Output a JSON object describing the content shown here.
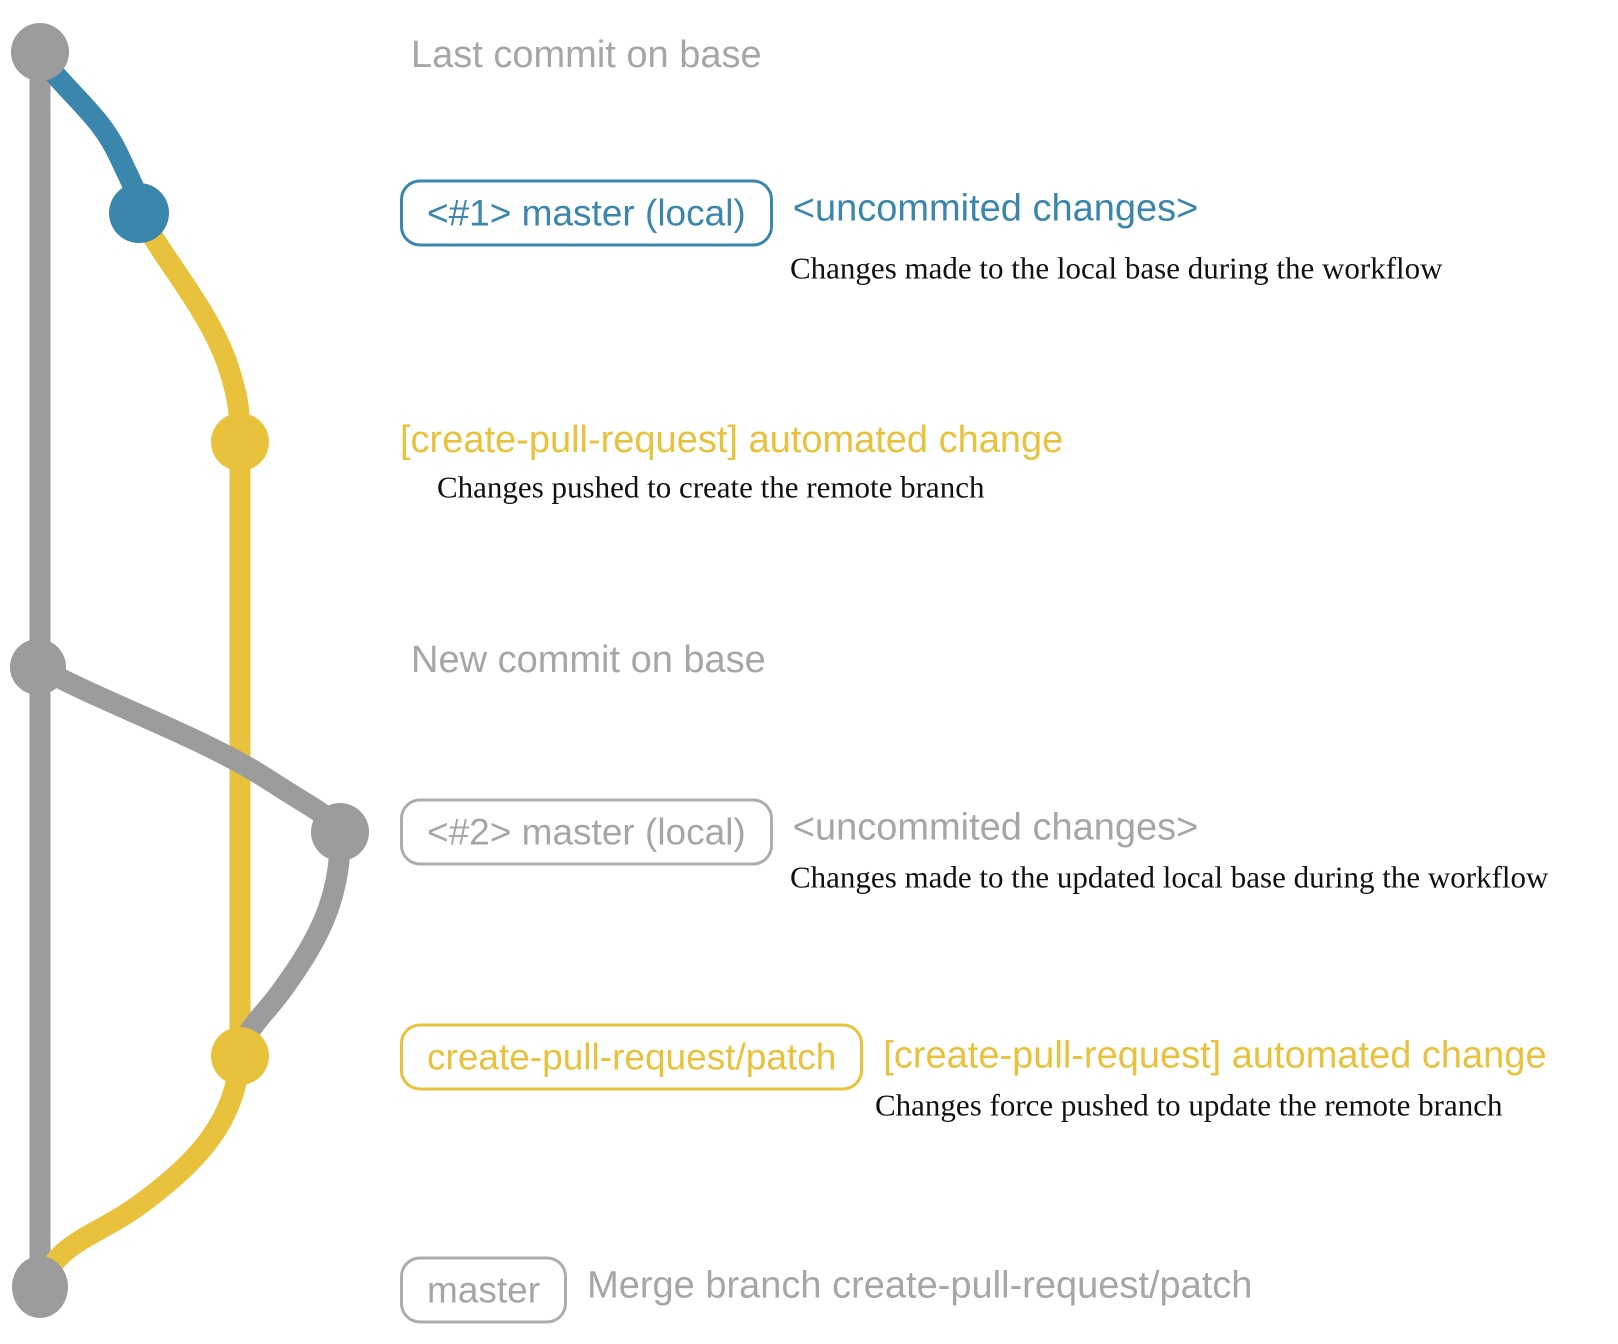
{
  "colors": {
    "gray_graph": "#9c9c9c",
    "gray_text": "#a6a6a6",
    "gray_border": "#adadad",
    "blue": "#3a86ac",
    "yellow": "#e8c23c",
    "black_text": "#111111",
    "bg": "#ffffff"
  },
  "rows": {
    "last_commit": {
      "label": "Last commit on base"
    },
    "local1": {
      "badge": "<#1> master (local)",
      "annotation": "<uncommited changes>",
      "description": "Changes made to the local base during the workflow"
    },
    "push1": {
      "heading": "[create-pull-request] automated change",
      "description": "Changes pushed to create the remote branch"
    },
    "new_commit": {
      "label": "New commit on base"
    },
    "local2": {
      "badge": "<#2> master (local)",
      "annotation": "<uncommited changes>",
      "description": "Changes made to the updated local base during the workflow"
    },
    "push2": {
      "badge": "create-pull-request/patch",
      "heading": "[create-pull-request] automated change",
      "description": "Changes force pushed to update the remote branch"
    },
    "merge": {
      "badge": "master",
      "label": "Merge branch create-pull-request/patch"
    }
  }
}
